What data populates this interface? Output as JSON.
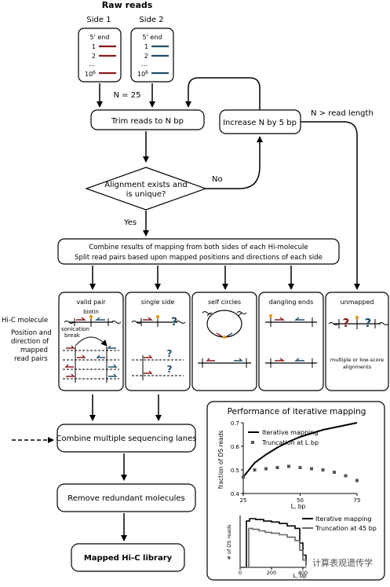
{
  "title": "Raw reads",
  "sides": {
    "side1": "Side 1",
    "side2": "Side 2",
    "five_end": "5' end",
    "row1": "1",
    "row2": "2",
    "dots": "...",
    "row_last_base": "10",
    "row_last_exp": "6"
  },
  "flow": {
    "n_start": "N = 25",
    "trim": "Trim reads to N bp",
    "increase": "Increase N by 5 bp",
    "n_gt": "N > read length",
    "align_line1": "Alignment exists and",
    "align_line2": "is unique?",
    "no": "No",
    "yes": "Yes",
    "combine_line1": "Combine results of mapping from both sides of each Hi-molecule",
    "combine_line2": "Split read pairs based upon mapped positions and directions of each side",
    "lanes": "Combine multiple sequencing lanes",
    "redundant": "Remove redundant molecules",
    "library": "Mapped Hi-C library"
  },
  "categories": {
    "valid_pair": "valid pair",
    "single_side": "single side",
    "self_circles": "self circles",
    "dangling_ends": "dangling ends",
    "unmapped": "unmapped",
    "biotin": "biotin",
    "sonication": "sonication",
    "break": "break",
    "question": "?",
    "unmapped_note1": "multiple or low-score",
    "unmapped_note2": "alignments"
  },
  "row_labels": {
    "hic_molecule": "Hi-C molecule",
    "pos1": "Position and",
    "pos2": "direction of",
    "pos3": "mapped",
    "pos4": "read pairs"
  },
  "colors": {
    "red": "#8b1a1a",
    "blue": "#1f4e6b",
    "orange": "#e69a1f"
  },
  "performance": {
    "title": "Performance of iterative mapping",
    "chart_data": [
      {
        "type": "line",
        "series": [
          {
            "name": "Iterative mapping",
            "style": "line",
            "x": [
              25,
              30,
              35,
              40,
              45,
              50,
              55,
              60,
              65,
              70,
              75
            ],
            "y": [
              0.47,
              0.53,
              0.565,
              0.595,
              0.62,
              0.64,
              0.655,
              0.67,
              0.68,
              0.69,
              0.7
            ]
          },
          {
            "name": "Truncation at L bp",
            "style": "markers",
            "x": [
              25,
              30,
              35,
              40,
              45,
              50,
              55,
              60,
              65,
              70,
              75
            ],
            "y": [
              0.47,
              0.5,
              0.505,
              0.51,
              0.515,
              0.51,
              0.505,
              0.5,
              0.49,
              0.475,
              0.455
            ]
          }
        ],
        "xlabel": "L, bp",
        "ylabel": "fraction of DS reads",
        "xlim": [
          25,
          75
        ],
        "ylim": [
          0.4,
          0.7
        ],
        "xticks": [
          "25",
          "50",
          "75"
        ],
        "yticks": [
          "0.4",
          "0.5",
          "0.6",
          "0.7"
        ]
      },
      {
        "type": "line",
        "series": [
          {
            "name": "Iterative mapping",
            "x": [
              0,
              30,
              40,
              60,
              100,
              150,
              200,
              250,
              300,
              350,
              380,
              400,
              420
            ],
            "y": [
              0,
              0,
              0.95,
              1.0,
              0.98,
              0.95,
              0.93,
              0.9,
              0.85,
              0.8,
              0.5,
              0.25,
              0.05
            ]
          },
          {
            "name": "Truncation at 45 bp",
            "x": [
              0,
              45,
              55,
              80,
              120,
              160,
              200,
              250,
              300,
              350,
              380,
              400,
              420
            ],
            "y": [
              0,
              0,
              0.8,
              0.78,
              0.75,
              0.72,
              0.7,
              0.67,
              0.62,
              0.55,
              0.35,
              0.15,
              0.02
            ]
          }
        ],
        "xlabel": "L, bp",
        "ylabel": "# of DS reads",
        "xlim": [
          0,
          420
        ],
        "xticks": [
          "0",
          "200",
          "400"
        ]
      }
    ]
  },
  "watermark": "计算表观遗传学"
}
